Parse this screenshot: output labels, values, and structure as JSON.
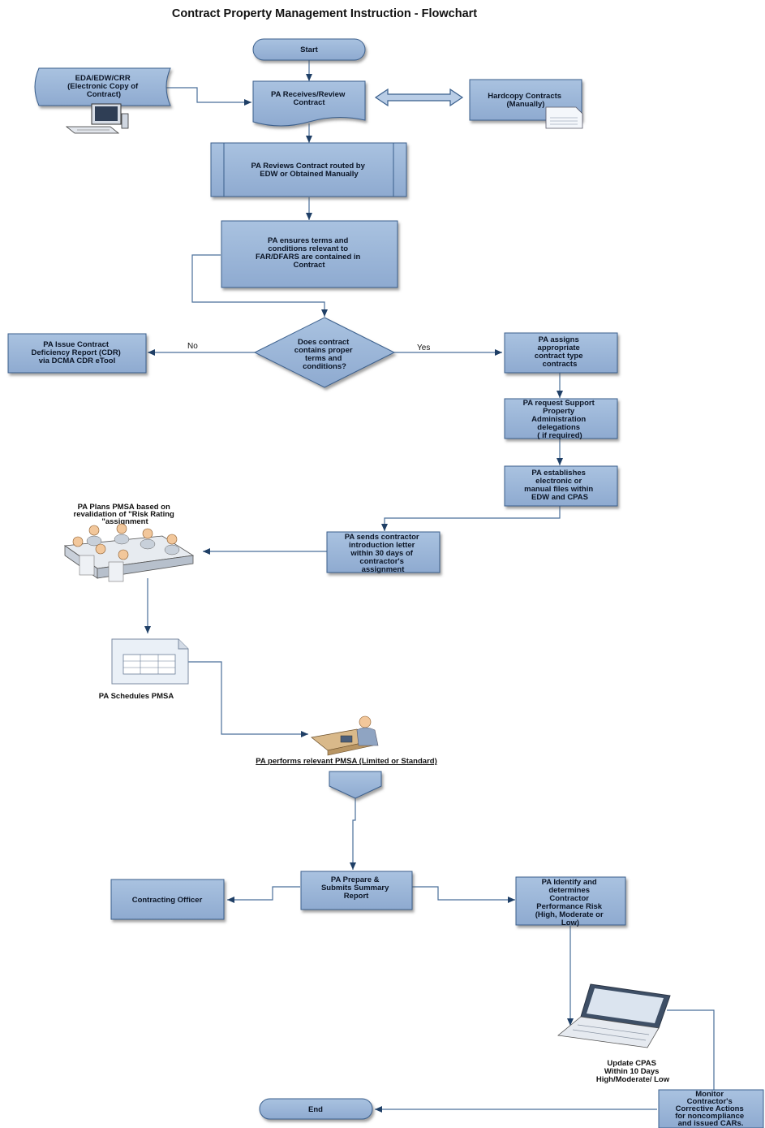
{
  "title": "Contract Property Management Instruction - Flowchart",
  "nodes": {
    "start": "Start",
    "eda": [
      "EDA/EDW/CRR",
      "(Electronic Copy of",
      "Contract)"
    ],
    "receives": [
      "PA Receives/Review",
      "Contract"
    ],
    "hardcopy": [
      "Hardcopy Contracts",
      "(Manually)"
    ],
    "reviews": [
      "PA Reviews Contract routed by",
      "EDW or Obtained Manually"
    ],
    "ensures": [
      "PA ensures terms and",
      "conditions relevant to",
      "FAR/DFARS are contained in",
      "Contract"
    ],
    "decision": [
      "Does contract",
      "contains proper",
      "terms and",
      "conditions?"
    ],
    "cdr": [
      "PA Issue Contract",
      "Deficiency Report (CDR)",
      "via DCMA CDR eTool"
    ],
    "assigns": [
      "PA assigns",
      "appropriate",
      "contract type",
      "contracts"
    ],
    "support": [
      "PA request Support",
      "Property",
      "Administration",
      "delegations",
      "( if required)"
    ],
    "establishes": [
      "PA establishes",
      "electronic or",
      "manual files within",
      "EDW and CPAS"
    ],
    "sends": [
      "PA sends contractor",
      "introduction letter",
      "within 30 days of",
      "contractor's",
      "assignment"
    ],
    "plans": [
      "PA Plans PMSA based on",
      "revalidation of \"Risk Rating",
      "\"assignment"
    ],
    "schedules": "PA Schedules PMSA",
    "performs": "PA performs relevant PMSA (Limited or Standard)",
    "prepare": [
      "PA Prepare &",
      "Submits Summary",
      "Report"
    ],
    "officer": "Contracting Officer",
    "identify": [
      "PA Identify and",
      "determines",
      "Contractor",
      "Performance Risk",
      "(High, Moderate or",
      "Low)"
    ],
    "update": [
      "Update CPAS",
      "Within 10 Days",
      "High/Moderate/  Low"
    ],
    "monitor": [
      "Monitor",
      "Contractor's",
      "Corrective Actions",
      "for noncompliance",
      "and issued CARs."
    ],
    "end": "End"
  },
  "edges": {
    "no": "No",
    "yes": "Yes"
  },
  "colors": {
    "box_fill": "#95b3d7",
    "box_stroke": "#3a5f8c",
    "line": "#4a6f9a",
    "arrow": "#1f3f66",
    "icon_person": "#f2c79b",
    "icon_screen": "#cfd8e3"
  },
  "icons": [
    "computer-icon",
    "meeting-group-icon",
    "spreadsheet-document-icon",
    "person-at-desk-icon",
    "laptop-icon",
    "double-arrow-icon"
  ]
}
